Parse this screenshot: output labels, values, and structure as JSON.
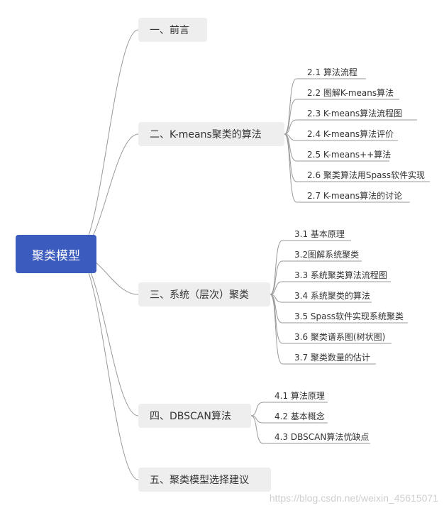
{
  "root": {
    "label": "聚类模型"
  },
  "branches": [
    {
      "label": "一、前言",
      "children": []
    },
    {
      "label": "二、K-means聚类的算法",
      "children": [
        "2.1 算法流程",
        "2.2 图解K-means算法",
        "2.3  K-means算法流程图",
        "2.4 K-means算法评价",
        "2.5 K-means++算法",
        "2.6 聚类算法用Spass软件实现",
        "2.7 K-means算法的讨论"
      ]
    },
    {
      "label": "三、系统（层次）聚类",
      "children": [
        "3.1 基本原理",
        "3.2图解系统聚类",
        "3.3 系统聚类算法流程图",
        "3.4 系统聚类的算法",
        "3.5 Spass软件实现系统聚类",
        "3.6 聚类谱系图(树状图)",
        "3.7 聚类数量的估计"
      ]
    },
    {
      "label": "四、DBSCAN算法",
      "children": [
        "4.1 算法原理",
        "4.2 基本概念",
        "4.3 DBSCAN算法优缺点"
      ]
    },
    {
      "label": "五、聚类模型选择建议",
      "children": []
    }
  ],
  "watermark": "https://blog.csdn.net/weixin_45615071",
  "colors": {
    "root_bg": "#3b5bbf",
    "branch_bg": "#eeeeee",
    "line": "#999999"
  }
}
